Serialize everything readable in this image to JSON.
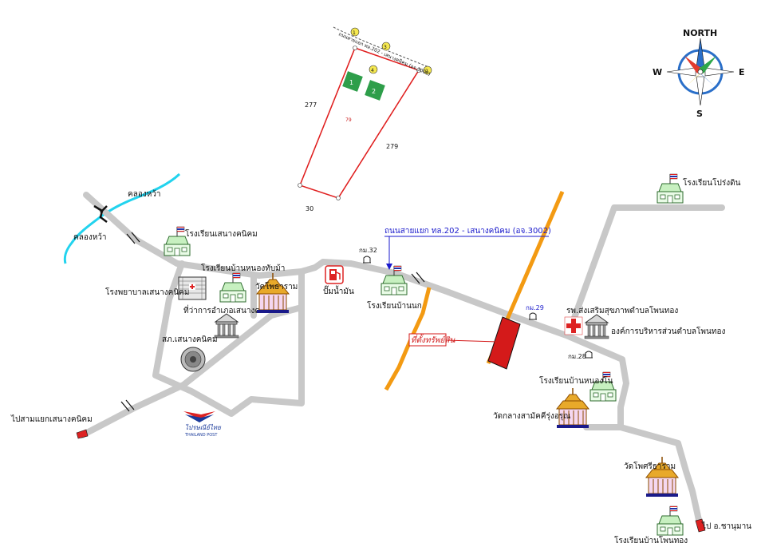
{
  "compass": {
    "north": "NORTH",
    "south": "S",
    "east": "E",
    "west": "W"
  },
  "road_main_label": "ถนนสายแยก ทล.202 - เสนางคนิคม (อจ.3002)",
  "plot": {
    "inset_road_label": "ถนนสายแยก ทล.202 - เสนางคนิคม (อจ.3002)",
    "markers": [
      "1",
      "2",
      "3",
      "4"
    ],
    "buildings": [
      "1",
      "2"
    ],
    "parcel_number": "79",
    "neighbor_west": "277",
    "neighbor_east": "279",
    "neighbor_south": "30"
  },
  "property_label": "ที่ตั้งทรัพย์สิน",
  "canals": {
    "north": "คลองหว้า",
    "south": "คลองหว้า"
  },
  "places": {
    "school_senang": "โรงเรียนเสนางคนิคม",
    "school_nongthap": "โรงเรียนบ้านหนองทับม้า",
    "hospital": "โรงพยาบาลเสนางคนิคม",
    "district_office": "ที่ว่าการอำเภอเสนางคนิคม",
    "police": "สภ.เสนางคนิคม",
    "wat_phothiram": "วัดโพธาราม",
    "gas_station": "ปั๊มน้ำมัน",
    "school_bannok": "โรงเรียนบ้านนก",
    "school_prongdin": "โรงเรียนโปร่งดิน",
    "health_center": "รพ.ส่งเสริมสุขภาพตำบลโพนทอง",
    "tao": "องค์การบริหารส่วนตำบลโพนทอง",
    "school_nongno": "โรงเรียนบ้านหนองโน",
    "wat_klang": "วัดกลางสามัคคีรุ่งอรุณ",
    "wat_phosri": "วัดโพศรีธาราม",
    "school_phonthong": "โรงเรียนบ้านโพนทอง",
    "post_office": "ไปรษณีย์ไทย",
    "post_office_en": "THAILAND POST"
  },
  "km_markers": {
    "km32": "กม.32",
    "km29": "กม.29",
    "km28": "กม.28"
  },
  "directions": {
    "west": "ไปสามแยกเสนางคนิคม",
    "south": "ไป อ.ชานุมาน"
  },
  "colors": {
    "road": "#c8c8c8",
    "orange_road": "#f39a12",
    "canal": "#22d3ee",
    "plot_line": "#e02020",
    "property": "#d41a1a",
    "school_fill": "#c7f0c0"
  }
}
